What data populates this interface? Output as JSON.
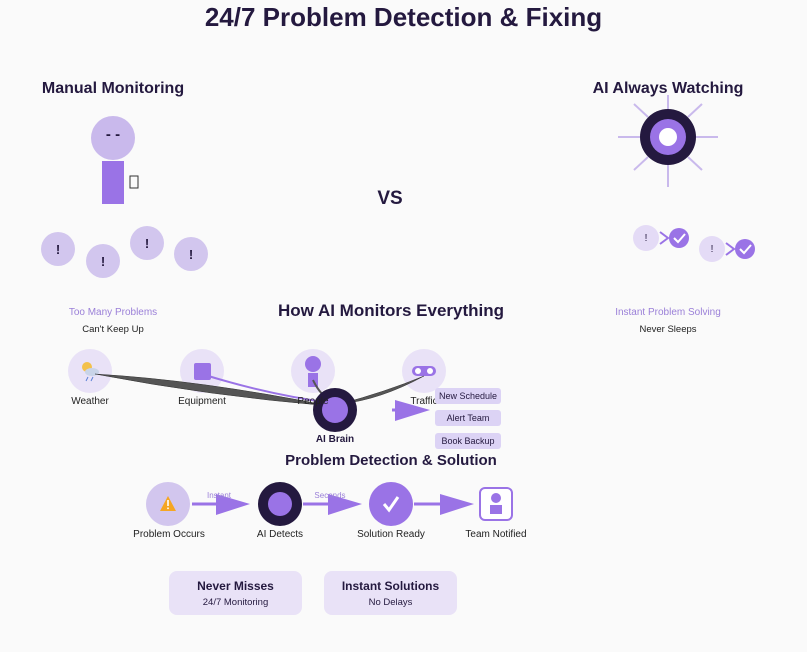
{
  "title": "24/7 Problem Detection & Fixing",
  "manual": {
    "heading": "Manual Monitoring",
    "face": "- -",
    "alerts": [
      "!",
      "!",
      "!",
      "!"
    ],
    "label": "Too Many Problems",
    "sublabel": "Can't Keep Up"
  },
  "vs": "VS",
  "ai": {
    "heading": "AI Always Watching",
    "alerts": [
      "!",
      "!"
    ],
    "label": "Instant Problem Solving",
    "sublabel": "Never Sleeps"
  },
  "monitor": {
    "heading": "How AI Monitors Everything",
    "sources": [
      "Weather",
      "Equipment",
      "People",
      "Traffic"
    ],
    "brain_label": "AI Brain",
    "actions": [
      "New Schedule",
      "Alert Team",
      "Book Backup"
    ]
  },
  "flow": {
    "heading": "Problem Detection & Solution",
    "stages": [
      "Problem Occurs",
      "AI Detects",
      "Solution Ready",
      "Team Notified"
    ],
    "arrow_labels": [
      "Instant",
      "Seconds"
    ]
  },
  "cards": [
    {
      "title": "Never Misses",
      "sub": "24/7 Monitoring"
    },
    {
      "title": "Instant Solutions",
      "sub": "No Delays"
    }
  ],
  "colors": {
    "dark": "#24193f",
    "purple": "#9a73e6",
    "light_purple": "#d2c6ee",
    "pale_purple": "#e9e2f7"
  }
}
